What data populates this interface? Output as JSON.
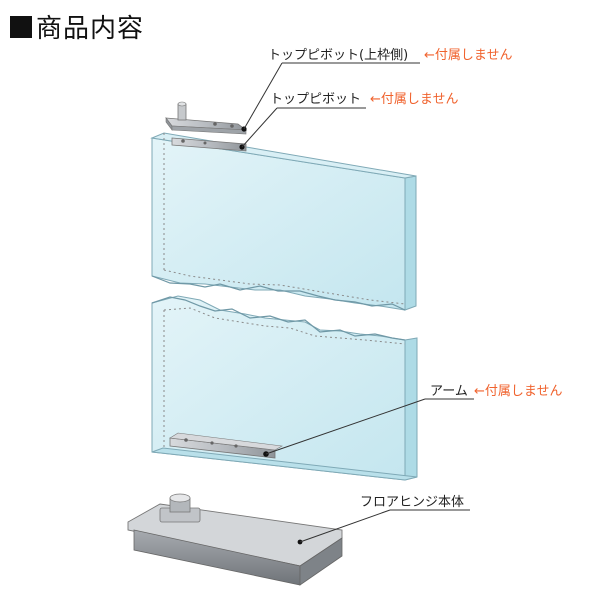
{
  "header": {
    "title": "商品内容"
  },
  "labels": {
    "top_pivot_upper_frame": "トップピボット(上枠側)",
    "top_pivot": "トップピボット",
    "arm": "アーム",
    "floor_hinge_body": "フロアヒンジ本体"
  },
  "notes": {
    "not_included": "←付属しません"
  },
  "colors": {
    "glass": "#cdeaf2",
    "glass_edge": "#9fd4e2",
    "metal": "#b9bdc2",
    "note_text": "#f0622d"
  }
}
